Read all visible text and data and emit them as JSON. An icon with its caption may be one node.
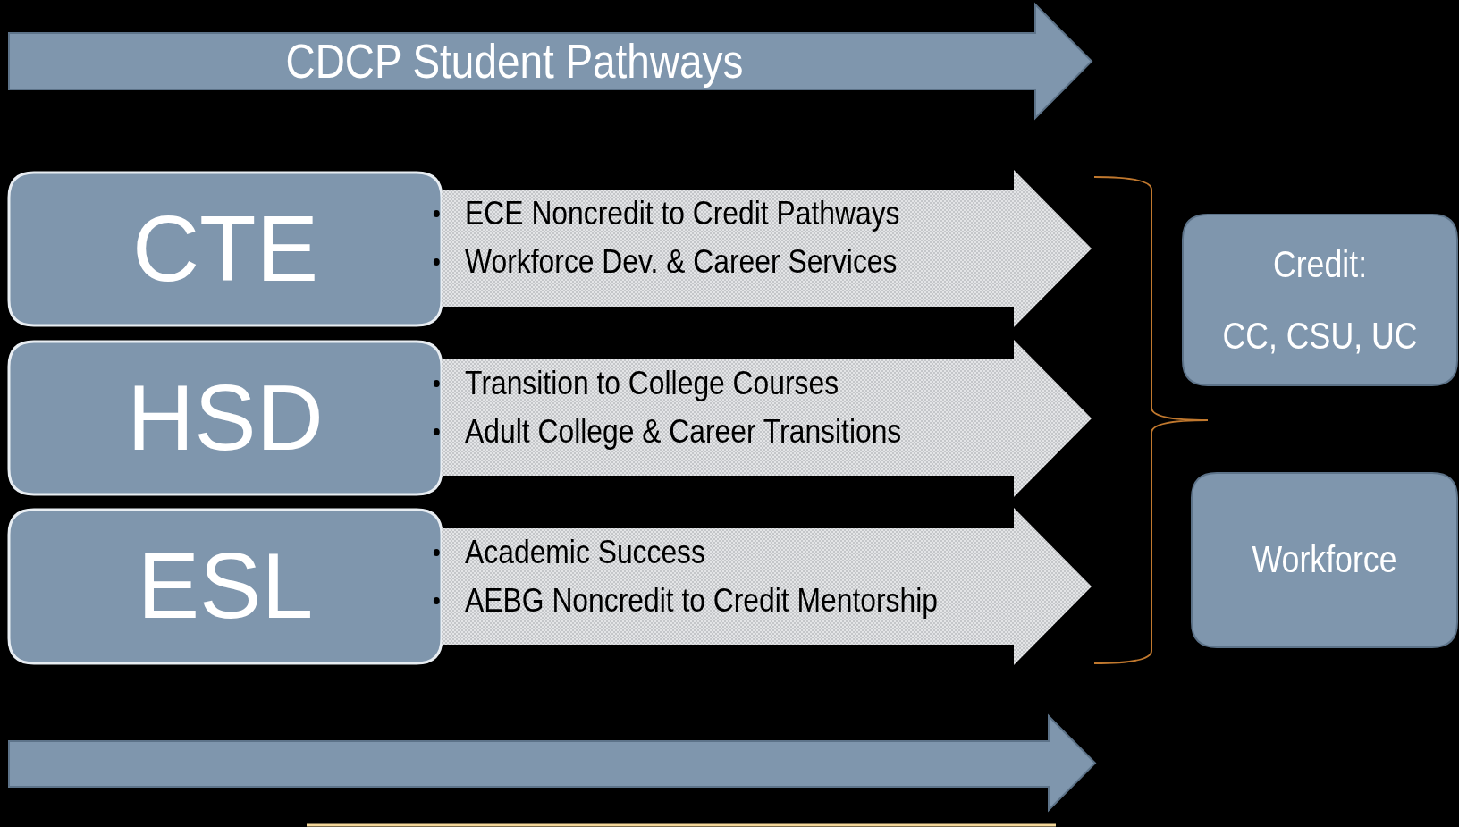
{
  "diagram": {
    "nodes": [
      {
        "text": [
          "CDCP Student Pathways"
        ]
      },
      {
        "text": [
          "CTE"
        ]
      },
      {
        "text": [
          "ECE Noncredit to Credit Pathways",
          "Workforce Dev. & Career Services"
        ]
      },
      {
        "text": [
          "HSD"
        ]
      },
      {
        "text": [
          "Transition to College Courses",
          "Adult College & Career Transitions"
        ]
      },
      {
        "text": [
          "ESL"
        ]
      },
      {
        "text": [
          "Academic Success",
          "AEBG Noncredit to Credit Mentorship"
        ]
      },
      {
        "text": [
          "Credit:",
          "CC, CSU, UC"
        ]
      },
      {
        "text": [
          "Workforce"
        ]
      },
      {
        "text": [],
        "shape": "arrow"
      }
    ]
  }
}
